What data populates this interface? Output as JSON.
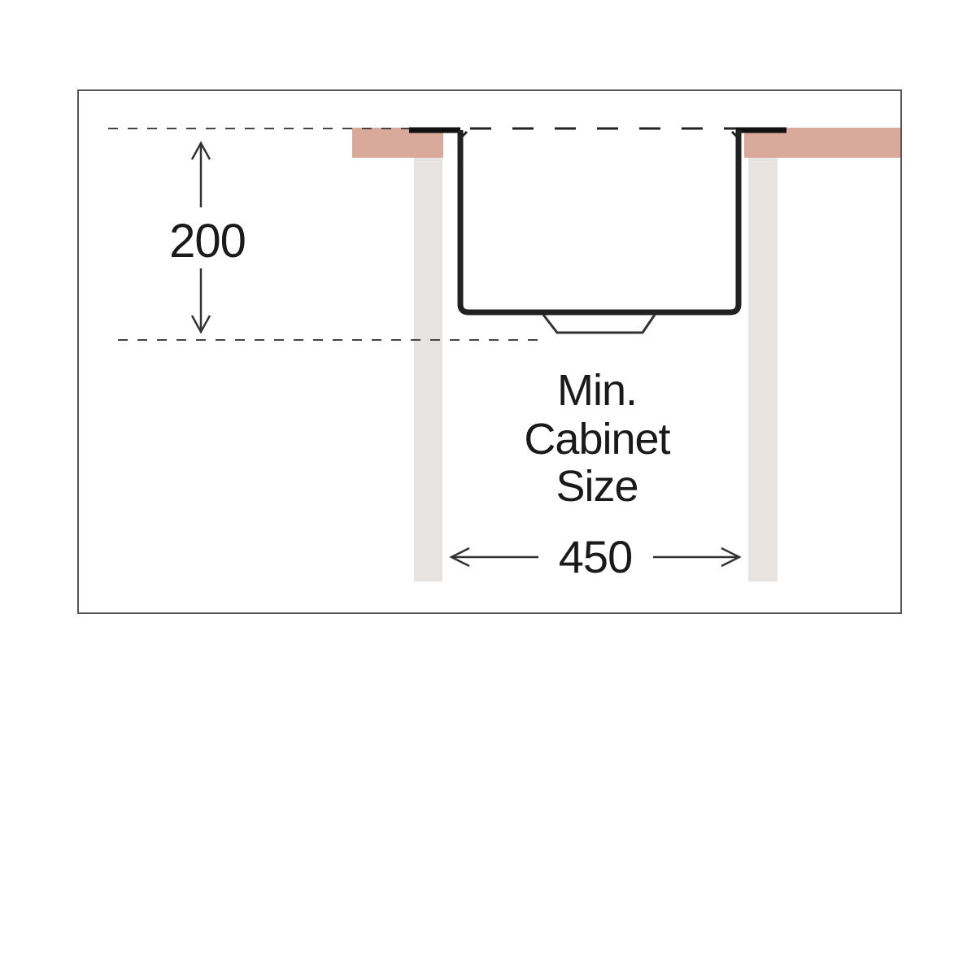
{
  "diagram": {
    "depth_dimension": {
      "value": "200"
    },
    "width_dimension": {
      "value": "450"
    },
    "cabinet_label": {
      "lines": [
        "Min.",
        "Cabinet",
        "Size"
      ]
    },
    "colors": {
      "frame": "#555555",
      "worktop": "#d9a99b",
      "cabinet_side": "#e6e3e1",
      "sink_outline": "#222222",
      "dimension_line": "#333333",
      "dashed_line": "#444444",
      "background": "#ffffff"
    }
  }
}
